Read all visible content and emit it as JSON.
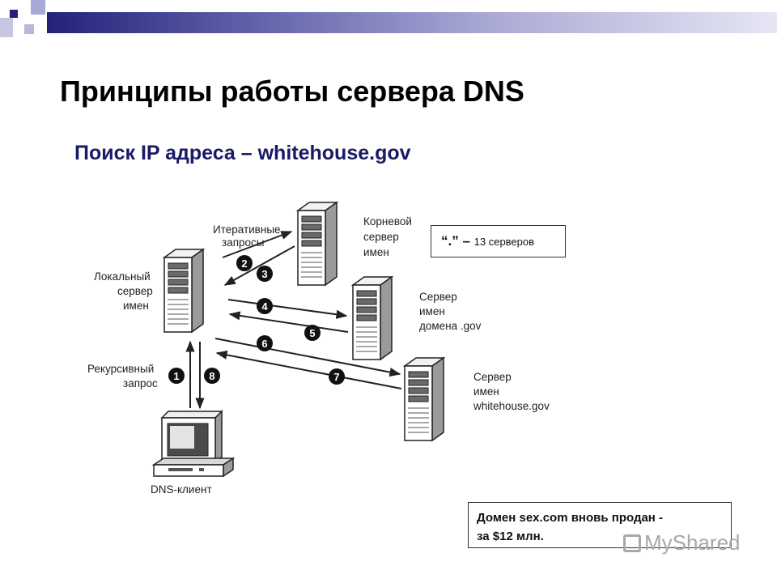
{
  "slide": {
    "title": "Принципы работы сервера DNS",
    "subtitle": "Поиск IP адреса  – whitehouse.gov"
  },
  "diagram": {
    "labels": {
      "iterative_1": "Итеративные",
      "iterative_2": "запросы",
      "root_1": "Корневой",
      "root_2": "сервер",
      "root_3": "имен",
      "local_1": "Локальный",
      "local_2": "сервер",
      "local_3": "имен",
      "gov_1": "Сервер",
      "gov_2": "имен",
      "gov_3": "домена .gov",
      "wh_1": "Сервер",
      "wh_2": "имен",
      "wh_3": "whitehouse.gov",
      "recursive_1": "Рекурсивный",
      "recursive_2": "запрос",
      "client": "DNS-клиент"
    },
    "steps": [
      "1",
      "2",
      "3",
      "4",
      "5",
      "6",
      "7",
      "8"
    ]
  },
  "notes": {
    "root_servers_quote": "“.”",
    "root_servers_dash": " – ",
    "root_servers_text": "13 серверов",
    "domain_sale_line1": "Домен sex.com вновь продан -",
    "domain_sale_line2": "за $12 млн."
  },
  "watermark": "MyShared",
  "colors": {
    "title": "#000000",
    "subtitle": "#1a1a66",
    "accent_blue": "#22227a",
    "accent_lilac": "#a9a9d8"
  }
}
